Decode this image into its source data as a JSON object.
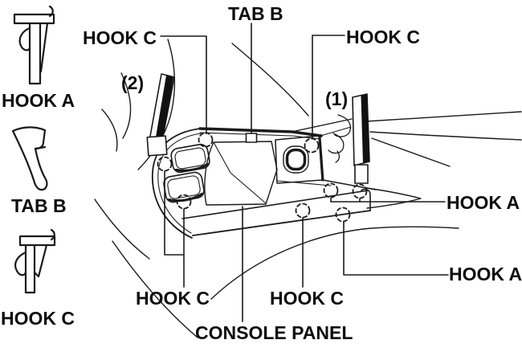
{
  "figure": {
    "title": "CONSOLE PANEL",
    "background": "#ffffff",
    "line_color": "#1a1a1a",
    "legend": [
      {
        "icon": "hook-a-icon",
        "label": "HOOK A"
      },
      {
        "icon": "tab-b-icon",
        "label": "TAB B"
      },
      {
        "icon": "hook-c-icon",
        "label": "HOOK C"
      }
    ],
    "callouts": {
      "tab_b_top": "TAB B",
      "hook_c_top_left": "HOOK C",
      "hook_c_top_right": "HOOK C",
      "ref_2": "(2)",
      "ref_1": "(1)",
      "hook_a_upper_right": "HOOK A",
      "hook_a_lower_right": "HOOK A",
      "hook_c_bottom_left": "HOOK C",
      "hook_c_bottom_center": "HOOK C",
      "console_panel": "CONSOLE PANEL"
    },
    "markers": {
      "hook_marker_style": "dashed-circle",
      "hook_marker_count": 8
    }
  }
}
